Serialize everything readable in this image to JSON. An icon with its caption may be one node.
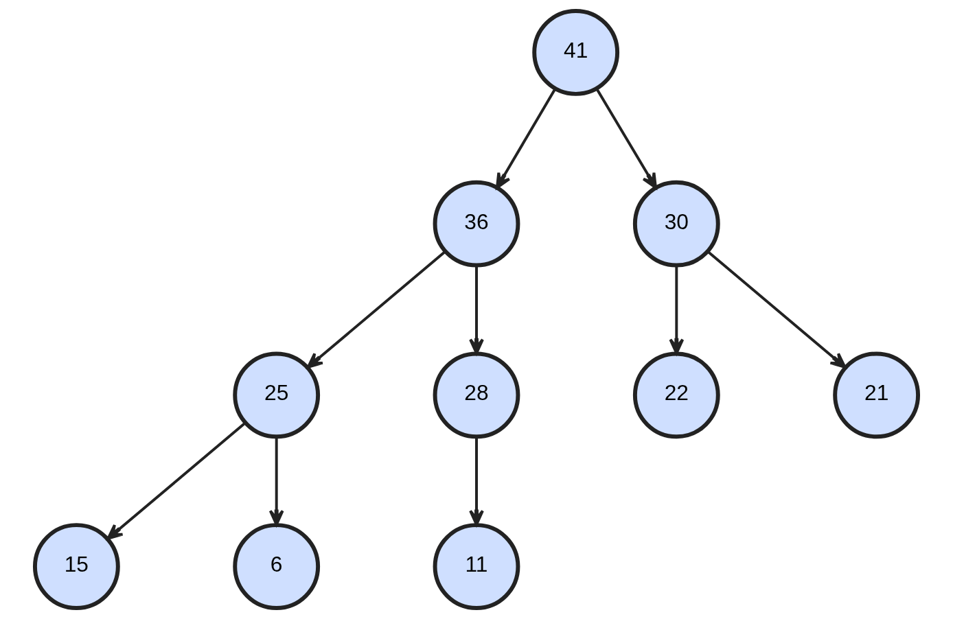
{
  "diagram": {
    "nodes": [
      {
        "text": [
          "41"
        ]
      },
      {
        "text": [
          "36"
        ]
      },
      {
        "text": [
          "30"
        ]
      },
      {
        "text": [
          "25"
        ]
      },
      {
        "text": [
          "28"
        ]
      },
      {
        "text": [
          "22"
        ]
      },
      {
        "text": [
          "21"
        ]
      },
      {
        "text": [
          "15"
        ]
      },
      {
        "text": [
          "6"
        ]
      },
      {
        "text": [
          "11"
        ]
      }
    ],
    "edges": [
      {
        "from": 0,
        "to": 1,
        "arrow": "to"
      },
      {
        "from": 0,
        "to": 2,
        "arrow": "to"
      },
      {
        "from": 1,
        "to": 3,
        "arrow": "to"
      },
      {
        "from": 1,
        "to": 4,
        "arrow": "to"
      },
      {
        "from": 2,
        "to": 5,
        "arrow": "to"
      },
      {
        "from": 2,
        "to": 6,
        "arrow": "to"
      },
      {
        "from": 3,
        "to": 7,
        "arrow": "to"
      },
      {
        "from": 3,
        "to": 8,
        "arrow": "to"
      },
      {
        "from": 4,
        "to": 9,
        "arrow": "to"
      }
    ]
  }
}
